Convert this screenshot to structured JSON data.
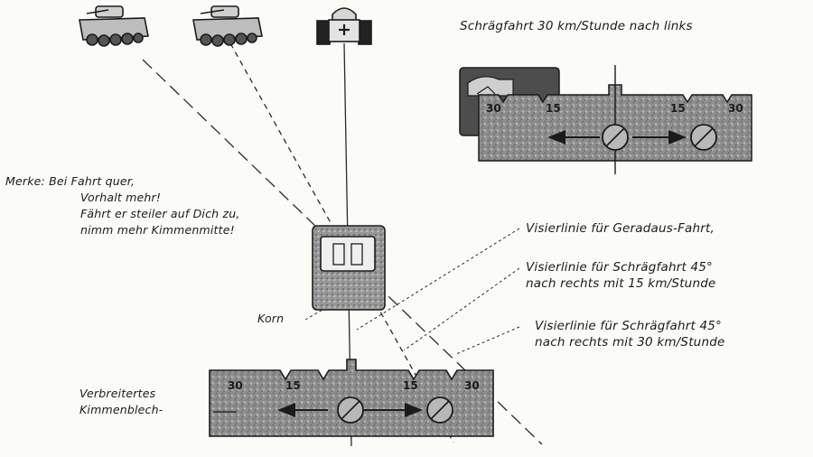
{
  "diagonal_caption": "Schrägfahrt 30 km/Stunde nach links",
  "merke": {
    "line1": "Merke: Bei Fahrt quer,",
    "line2": "Vorhalt mehr!",
    "line3": "Fährt er steiler auf Dich zu,",
    "line4": "nimm mehr Kimmenmitte!"
  },
  "korn_label": "Korn",
  "sight_lines": {
    "straight": "Visierlinie für Geradaus-Fahrt,",
    "diag15_line1": "Visierlinie für Schrägfahrt 45°",
    "diag15_line2": "nach rechts mit 15 km/Stunde",
    "diag30_line1": "Visierlinie für Schrägfahrt 45°",
    "diag30_line2": "nach rechts mit 30 km/Stunde"
  },
  "blade_label": {
    "line1": "Verbreitertes",
    "line2": "Kimmenblech-"
  },
  "scale_marks": {
    "top": [
      "30",
      "15",
      "15",
      "30"
    ],
    "bottom": [
      "30",
      "15",
      "15",
      "30"
    ]
  },
  "colors": {
    "ink": "#1b1b1b",
    "paper": "#fbfbf8",
    "blade": "#8d8d8d"
  }
}
